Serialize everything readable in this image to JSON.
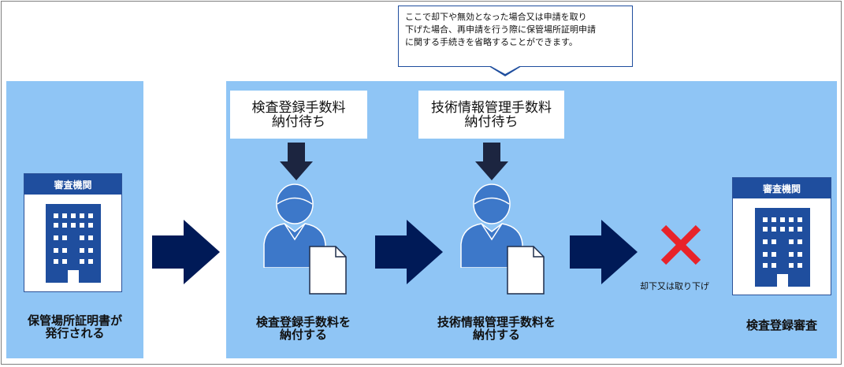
{
  "callout": {
    "line1": "ここで却下や無効となった場合又は申請を取り",
    "line2": "下げた場合、再申請を行う際に保管場所証明申請",
    "line3": "に関する手続きを省略することができます。"
  },
  "waiting": [
    {
      "line1": "検査登録手数料",
      "line2": "納付待ち"
    },
    {
      "line1": "技術情報管理手数料",
      "line2": "納付待ち"
    }
  ],
  "org_card_left": {
    "header": "審査機関"
  },
  "org_card_right": {
    "header": "審査機関"
  },
  "steps": {
    "issued": {
      "line1": "保管場所証明書が",
      "line2": "発行される"
    },
    "pay_inspection": {
      "line1": "検査登録手数料を",
      "line2": "納付する"
    },
    "pay_technical": {
      "line1": "技術情報管理手数料を",
      "line2": "納付する"
    },
    "review": {
      "line1": "検査登録審査"
    }
  },
  "reject_label": "却下又は取り下げ",
  "colors": {
    "panel": "#8fc5f5",
    "navy": "#001a57",
    "dark_blue": "#1f4e9e",
    "person": "#3d78c9",
    "red_x": "#e8232a"
  },
  "icons": [
    "building-icon",
    "person-icon",
    "document-icon",
    "down-arrow-icon",
    "right-arrow-icon",
    "cross-icon"
  ]
}
